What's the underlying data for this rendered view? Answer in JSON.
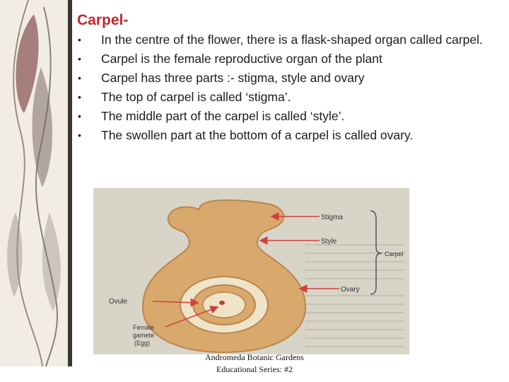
{
  "slide": {
    "title": "Carpel-",
    "bullets": [
      "In the centre of the flower, there is a flask-shaped organ called carpel.",
      "Carpel is the female reproductive organ of the plant",
      "Carpel has three parts :- stigma, style and ovary",
      "The top of carpel is called ‘stigma’.",
      "The middle part of the carpel is called ‘style’.",
      "The swollen part at the bottom of a carpel is called ovary."
    ],
    "caption_line1": "Andromeda Botanic Gardens",
    "caption_line2": "Educational Series: #2"
  },
  "diagram": {
    "labels": {
      "stigma": "Stigma",
      "style": "Style",
      "carpel": "Carpel",
      "ovary": "Ovary",
      "ovule": "Ovule",
      "gamete_line1": "Female",
      "gamete_line2": "gamete",
      "gamete_line3": "(Egg)"
    }
  },
  "colors": {
    "title": "#c4262e",
    "carpel_fill": "#d9a86c",
    "carpel_edge": "#b9854e",
    "arrow": "#d04040"
  }
}
